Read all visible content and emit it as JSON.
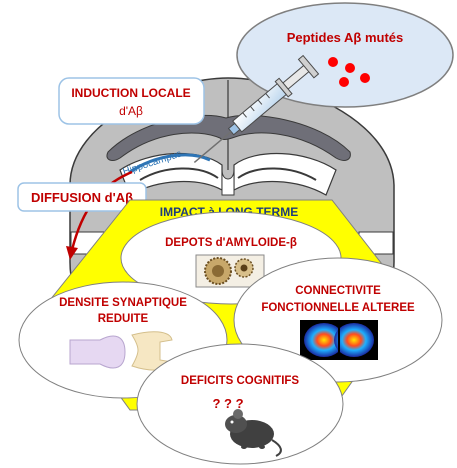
{
  "texts": {
    "peptides": "Peptides Aβ mutés",
    "induction_line1": "INDUCTION LOCALE",
    "induction_line2": "d'Aβ",
    "hippocampus": "Hippocampus",
    "diffusion": "DIFFUSION d'Aβ",
    "impact": "IMPACT à LONG TERME",
    "depots": "DEPOTS d'AMYLOIDE-β",
    "densite_line1": "DENSITE SYNAPTIQUE",
    "densite_line2": "REDUITE",
    "connectivite_line1": "CONNECTIVITE",
    "connectivite_line2": "FONCTIONNELLE ALTEREE",
    "deficits": "DEFICITS COGNITIFS",
    "question_marks": "? ? ?"
  },
  "colors": {
    "accent_red": "#c00000",
    "title_blue": "#1f3d7a",
    "yellow": "#ffff00",
    "brain_grey": "#bfbfbf",
    "bubble_blue": "#dce8f6",
    "hippocampus_blue": "#2e75b6"
  },
  "icons": {
    "syringe": "syringe-icon",
    "mouse": "mouse-icon",
    "plaques": "amyloid-plaques-image",
    "synapse": "synapse-icon",
    "fmri": "brain-connectivity-map"
  }
}
